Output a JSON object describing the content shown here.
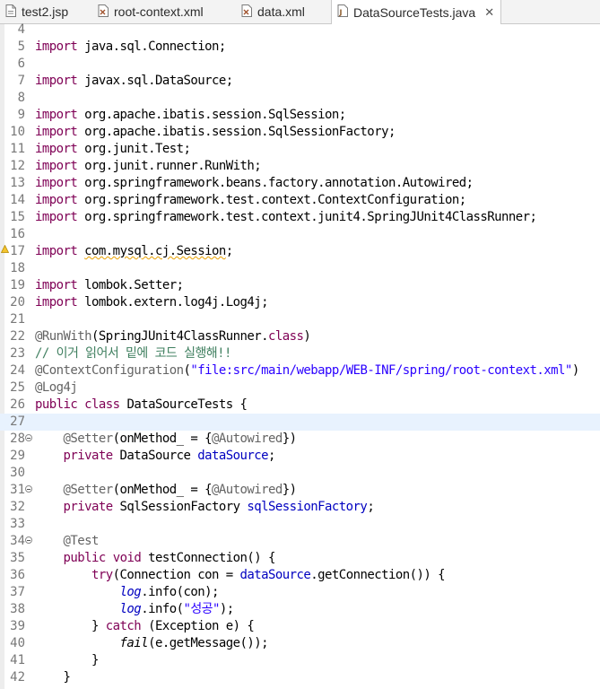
{
  "tabs": [
    {
      "label": "test2.jsp",
      "icon": "jsp-file-icon",
      "active": false
    },
    {
      "label": "root-context.xml",
      "icon": "xml-file-icon",
      "active": false
    },
    {
      "label": "data.xml",
      "icon": "xml-file-icon",
      "active": false
    },
    {
      "label": "DataSourceTests.java",
      "icon": "java-file-icon",
      "active": true
    }
  ],
  "tab_close_glyph": "✕",
  "current_line": 27,
  "lines": [
    {
      "n": "4",
      "tokens": []
    },
    {
      "n": "5",
      "tokens": [
        {
          "t": "import",
          "c": "kw"
        },
        {
          "t": " java.sql.Connection;"
        }
      ]
    },
    {
      "n": "6",
      "tokens": []
    },
    {
      "n": "7",
      "tokens": [
        {
          "t": "import",
          "c": "kw"
        },
        {
          "t": " javax.sql.DataSource;"
        }
      ]
    },
    {
      "n": "8",
      "tokens": []
    },
    {
      "n": "9",
      "tokens": [
        {
          "t": "import",
          "c": "kw"
        },
        {
          "t": " org.apache.ibatis.session.SqlSession;"
        }
      ]
    },
    {
      "n": "10",
      "tokens": [
        {
          "t": "import",
          "c": "kw"
        },
        {
          "t": " org.apache.ibatis.session.SqlSessionFactory;"
        }
      ]
    },
    {
      "n": "11",
      "tokens": [
        {
          "t": "import",
          "c": "kw"
        },
        {
          "t": " org.junit.Test;"
        }
      ]
    },
    {
      "n": "12",
      "tokens": [
        {
          "t": "import",
          "c": "kw"
        },
        {
          "t": " org.junit.runner.RunWith;"
        }
      ]
    },
    {
      "n": "13",
      "tokens": [
        {
          "t": "import",
          "c": "kw"
        },
        {
          "t": " org.springframework.beans.factory.annotation.Autowired;"
        }
      ]
    },
    {
      "n": "14",
      "tokens": [
        {
          "t": "import",
          "c": "kw"
        },
        {
          "t": " org.springframework.test.context.ContextConfiguration;"
        }
      ]
    },
    {
      "n": "15",
      "tokens": [
        {
          "t": "import",
          "c": "kw"
        },
        {
          "t": " org.springframework.test.context.junit4.SpringJUnit4ClassRunner;"
        }
      ]
    },
    {
      "n": "16",
      "tokens": []
    },
    {
      "n": "17",
      "marker": "warning",
      "tokens": [
        {
          "t": "import",
          "c": "kw"
        },
        {
          "t": " "
        },
        {
          "t": "com.mysql.cj.Session",
          "c": "warnul"
        },
        {
          "t": ";"
        }
      ]
    },
    {
      "n": "18",
      "tokens": []
    },
    {
      "n": "19",
      "tokens": [
        {
          "t": "import",
          "c": "kw"
        },
        {
          "t": " lombok.Setter;"
        }
      ]
    },
    {
      "n": "20",
      "tokens": [
        {
          "t": "import",
          "c": "kw"
        },
        {
          "t": " lombok.extern.log4j.Log4j;"
        }
      ]
    },
    {
      "n": "21",
      "tokens": []
    },
    {
      "n": "22",
      "tokens": [
        {
          "t": "@RunWith",
          "c": "ann"
        },
        {
          "t": "(SpringJUnit4ClassRunner."
        },
        {
          "t": "class",
          "c": "kw"
        },
        {
          "t": ")"
        }
      ]
    },
    {
      "n": "23",
      "tokens": [
        {
          "t": "// 이거 읽어서 밑에 코드 실행해!!",
          "c": "cm"
        }
      ]
    },
    {
      "n": "24",
      "tokens": [
        {
          "t": "@ContextConfiguration",
          "c": "ann"
        },
        {
          "t": "("
        },
        {
          "t": "\"file:src/main/webapp/WEB-INF/spring/root-context.xml\"",
          "c": "str"
        },
        {
          "t": ")"
        }
      ]
    },
    {
      "n": "25",
      "tokens": [
        {
          "t": "@Log4j",
          "c": "ann"
        }
      ]
    },
    {
      "n": "26",
      "tokens": [
        {
          "t": "public",
          "c": "kw"
        },
        {
          "t": " "
        },
        {
          "t": "class",
          "c": "kw"
        },
        {
          "t": " DataSourceTests {"
        }
      ]
    },
    {
      "n": "27",
      "tokens": []
    },
    {
      "n": "28",
      "fold": true,
      "tokens": [
        {
          "t": "    "
        },
        {
          "t": "@Setter",
          "c": "ann"
        },
        {
          "t": "(onMethod_ = {"
        },
        {
          "t": "@Autowired",
          "c": "ann"
        },
        {
          "t": "})"
        }
      ]
    },
    {
      "n": "29",
      "tokens": [
        {
          "t": "    "
        },
        {
          "t": "private",
          "c": "kw"
        },
        {
          "t": " DataSource "
        },
        {
          "t": "dataSource",
          "c": "fld"
        },
        {
          "t": ";"
        }
      ]
    },
    {
      "n": "30",
      "tokens": []
    },
    {
      "n": "31",
      "fold": true,
      "tokens": [
        {
          "t": "    "
        },
        {
          "t": "@Setter",
          "c": "ann"
        },
        {
          "t": "(onMethod_ = {"
        },
        {
          "t": "@Autowired",
          "c": "ann"
        },
        {
          "t": "})"
        }
      ]
    },
    {
      "n": "32",
      "tokens": [
        {
          "t": "    "
        },
        {
          "t": "private",
          "c": "kw"
        },
        {
          "t": " SqlSessionFactory "
        },
        {
          "t": "sqlSessionFactory",
          "c": "fld"
        },
        {
          "t": ";"
        }
      ]
    },
    {
      "n": "33",
      "tokens": []
    },
    {
      "n": "34",
      "fold": true,
      "tokens": [
        {
          "t": "    "
        },
        {
          "t": "@Test",
          "c": "ann"
        }
      ]
    },
    {
      "n": "35",
      "tokens": [
        {
          "t": "    "
        },
        {
          "t": "public",
          "c": "kw"
        },
        {
          "t": " "
        },
        {
          "t": "void",
          "c": "kw"
        },
        {
          "t": " testConnection() {"
        }
      ]
    },
    {
      "n": "36",
      "tokens": [
        {
          "t": "        "
        },
        {
          "t": "try",
          "c": "kw"
        },
        {
          "t": "(Connection con = "
        },
        {
          "t": "dataSource",
          "c": "fld"
        },
        {
          "t": ".getConnection()) {"
        }
      ]
    },
    {
      "n": "37",
      "tokens": [
        {
          "t": "            "
        },
        {
          "t": "log",
          "c": "fld stat"
        },
        {
          "t": ".info(con);"
        }
      ]
    },
    {
      "n": "38",
      "tokens": [
        {
          "t": "            "
        },
        {
          "t": "log",
          "c": "fld stat"
        },
        {
          "t": ".info("
        },
        {
          "t": "\"성공\"",
          "c": "str"
        },
        {
          "t": ");"
        }
      ]
    },
    {
      "n": "39",
      "tokens": [
        {
          "t": "        } "
        },
        {
          "t": "catch",
          "c": "kw"
        },
        {
          "t": " (Exception e) {"
        }
      ]
    },
    {
      "n": "40",
      "tokens": [
        {
          "t": "            "
        },
        {
          "t": "fail",
          "c": "stat"
        },
        {
          "t": "(e.getMessage());"
        }
      ]
    },
    {
      "n": "41",
      "tokens": [
        {
          "t": "        }"
        }
      ]
    },
    {
      "n": "42",
      "tokens": [
        {
          "t": "    }"
        }
      ]
    }
  ]
}
